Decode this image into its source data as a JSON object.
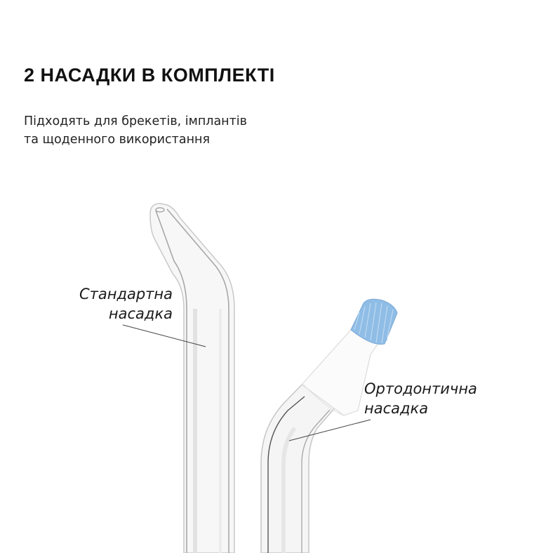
{
  "header": {
    "title": "2 НАСАДКИ В КОМПЛЕКТІ",
    "subtitle_lines": [
      "Підходять для брекетів, імплантів",
      "та щоденного використання"
    ]
  },
  "callouts": {
    "standard": {
      "lines": [
        "Стандартна",
        "насадка"
      ]
    },
    "orthodontic": {
      "lines": [
        "Ортодонтична",
        "насадка"
      ]
    }
  },
  "colors": {
    "background": "#ffffff",
    "text": "#111111",
    "bristles": "#8fbde6",
    "tube_edge": "#b8b8b8"
  }
}
